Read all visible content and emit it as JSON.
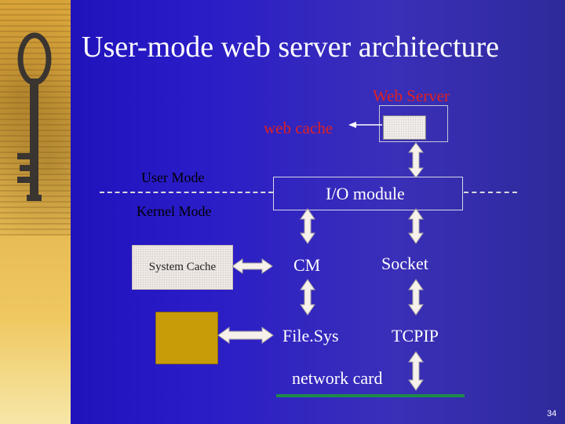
{
  "slide": {
    "title": "User-mode web server architecture",
    "page_number": "34"
  },
  "diagram": {
    "web_server": "Web Server",
    "web_cache": "web cache",
    "user_mode": "User Mode",
    "kernel_mode": "Kernel Mode",
    "io_module": "I/O module",
    "system_cache": "System Cache",
    "cm": "CM",
    "socket": "Socket",
    "file_sys": "File.Sys",
    "tcpip": "TCPIP",
    "network_card": "network card"
  },
  "colors": {
    "background": "#2a1cc7",
    "arrow_fill": "#f6f1ea",
    "label_red": "#e02020",
    "network_line": "#1e8a4a",
    "disk": "#c89b08"
  }
}
